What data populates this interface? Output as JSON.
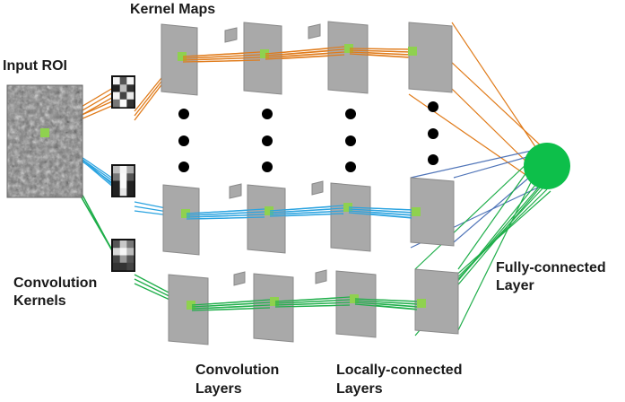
{
  "labels": {
    "kernel_maps": "Kernel Maps",
    "input_roi": "Input ROI",
    "convolution_kernels_line1": "Convolution",
    "convolution_kernels_line2": "Kernels",
    "fully_connected_line1": "Fully-connected",
    "fully_connected_line2": "Layer",
    "convolution_layers_line1": "Convolution",
    "convolution_layers_line2": "Layers",
    "locally_connected_line1": "Locally-connected",
    "locally_connected_line2": "Layers"
  },
  "colors": {
    "orange": "#e07b1a",
    "blue": "#2aa3e0",
    "green": "#1fae4a",
    "steel_blue": "#4f74b8",
    "node": "#0dbf4a",
    "map_fill": "#a9a9a9",
    "map_edge": "#8a8a8a",
    "patch": "#8fd14f"
  },
  "rows": [
    {
      "id": "top",
      "color": "orange"
    },
    {
      "id": "middle",
      "color": "blue"
    },
    {
      "id": "bottom",
      "color": "green"
    }
  ]
}
